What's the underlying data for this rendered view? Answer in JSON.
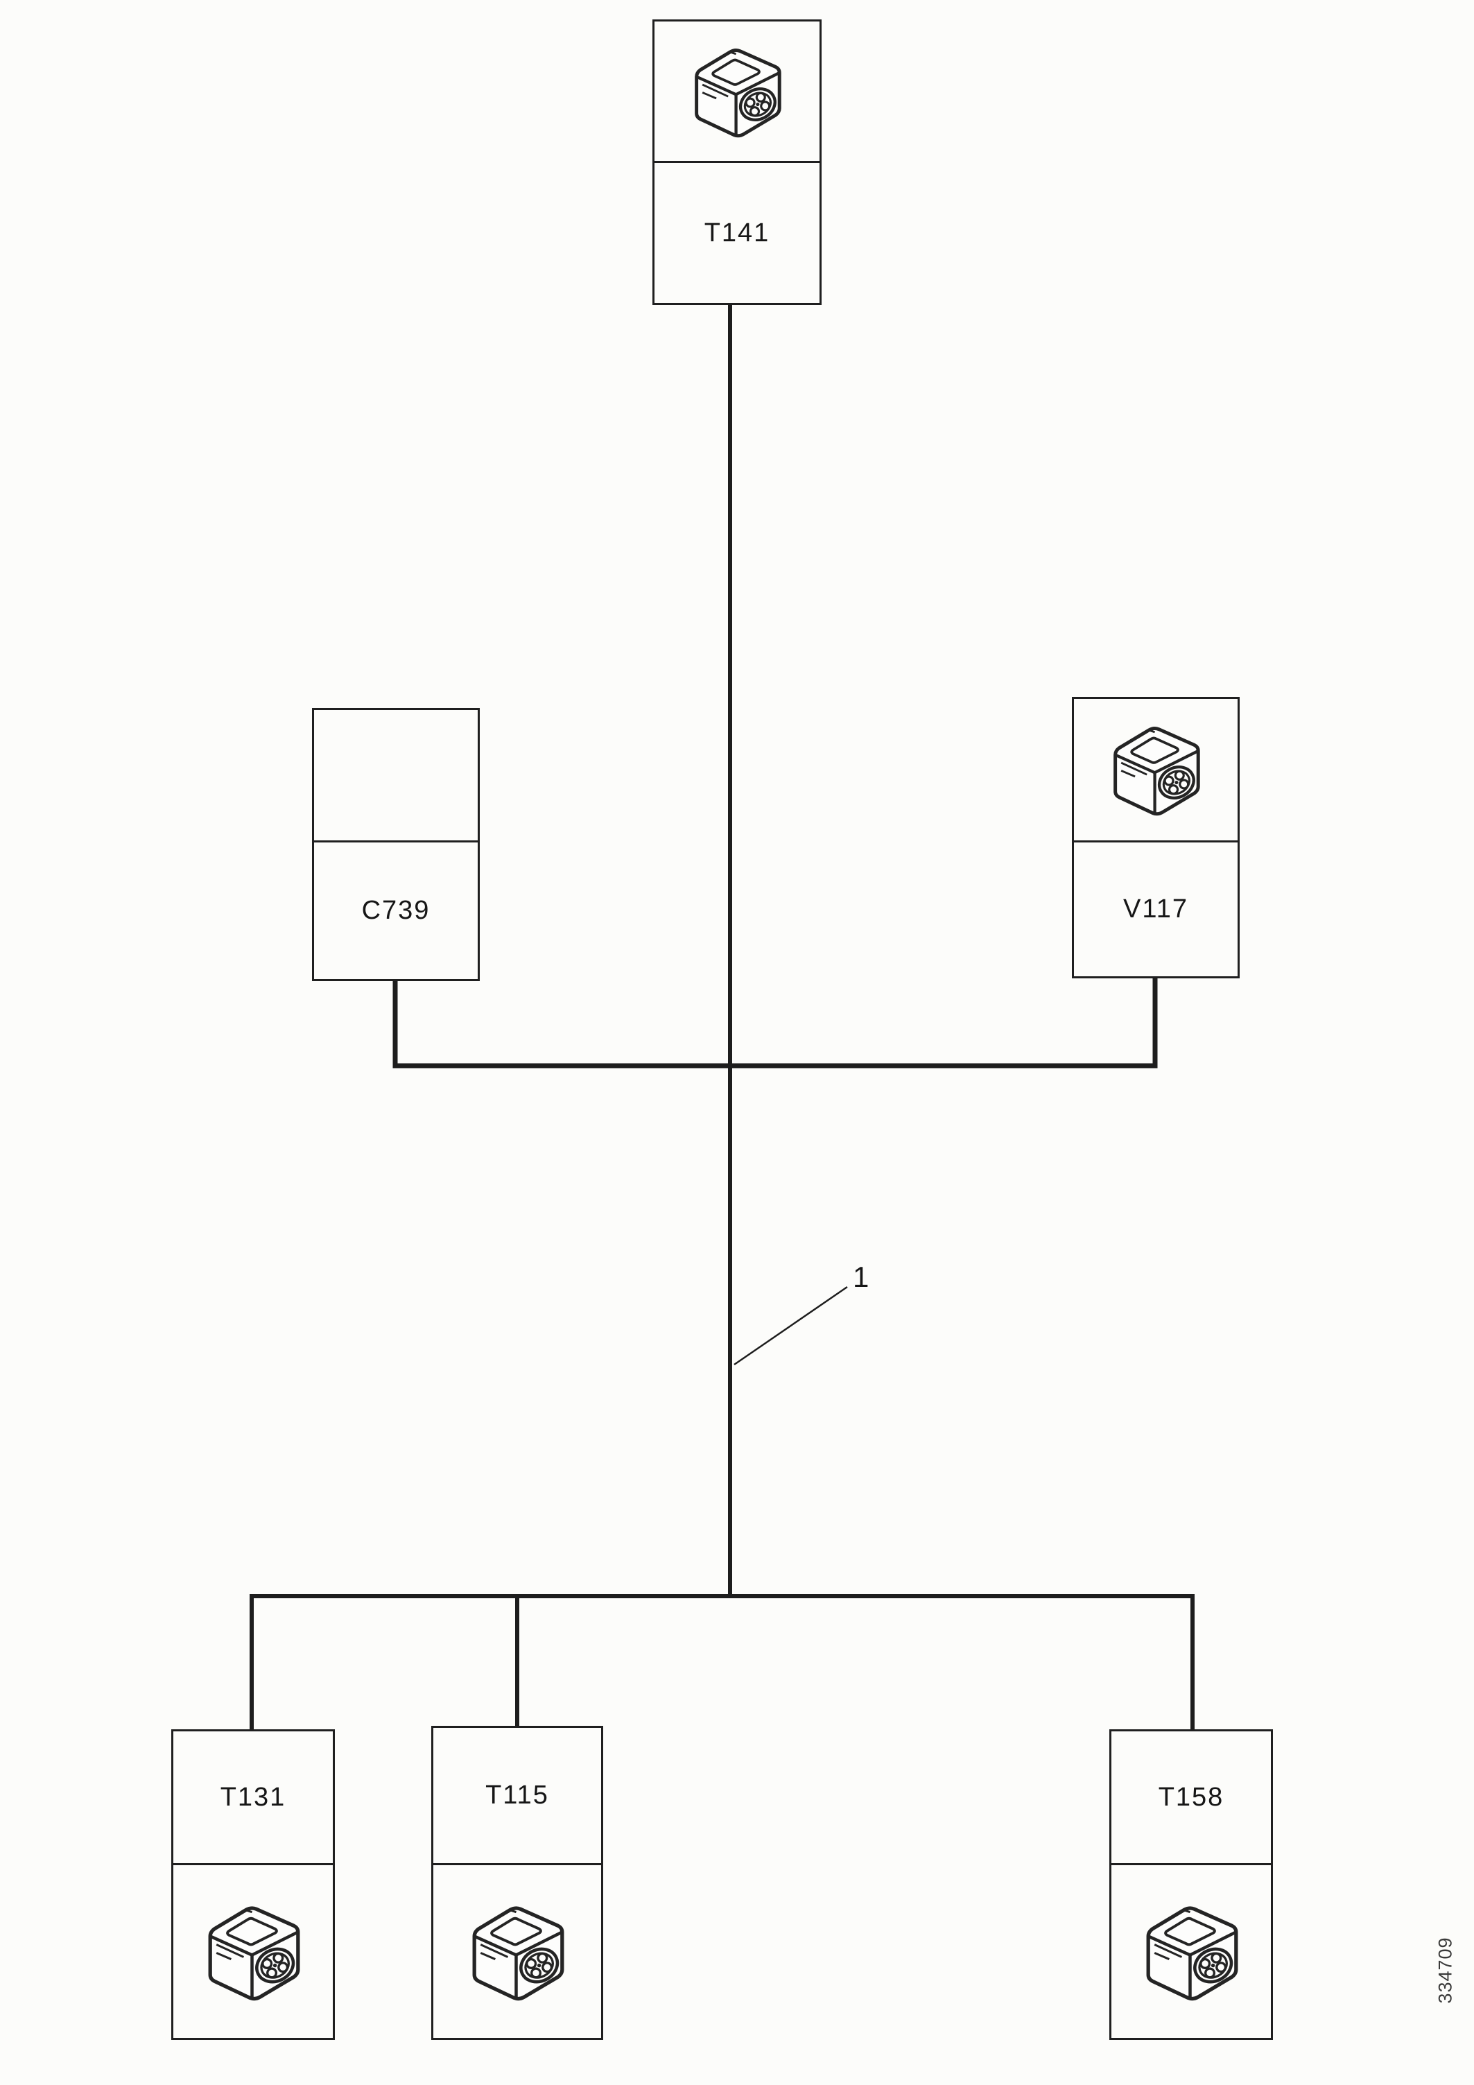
{
  "diagram": {
    "annotation": {
      "label": "1"
    },
    "figure_number": "334709",
    "icons": {
      "connector": "connector-plug-icon"
    },
    "colors": {
      "line": "#1f1f1f",
      "background": "#fcfcfa"
    },
    "nodes": {
      "t141": {
        "label": "T141"
      },
      "c739": {
        "label": "C739"
      },
      "v117": {
        "label": "V117"
      },
      "t131": {
        "label": "T131"
      },
      "t115": {
        "label": "T115"
      },
      "t158": {
        "label": "T158"
      }
    }
  }
}
